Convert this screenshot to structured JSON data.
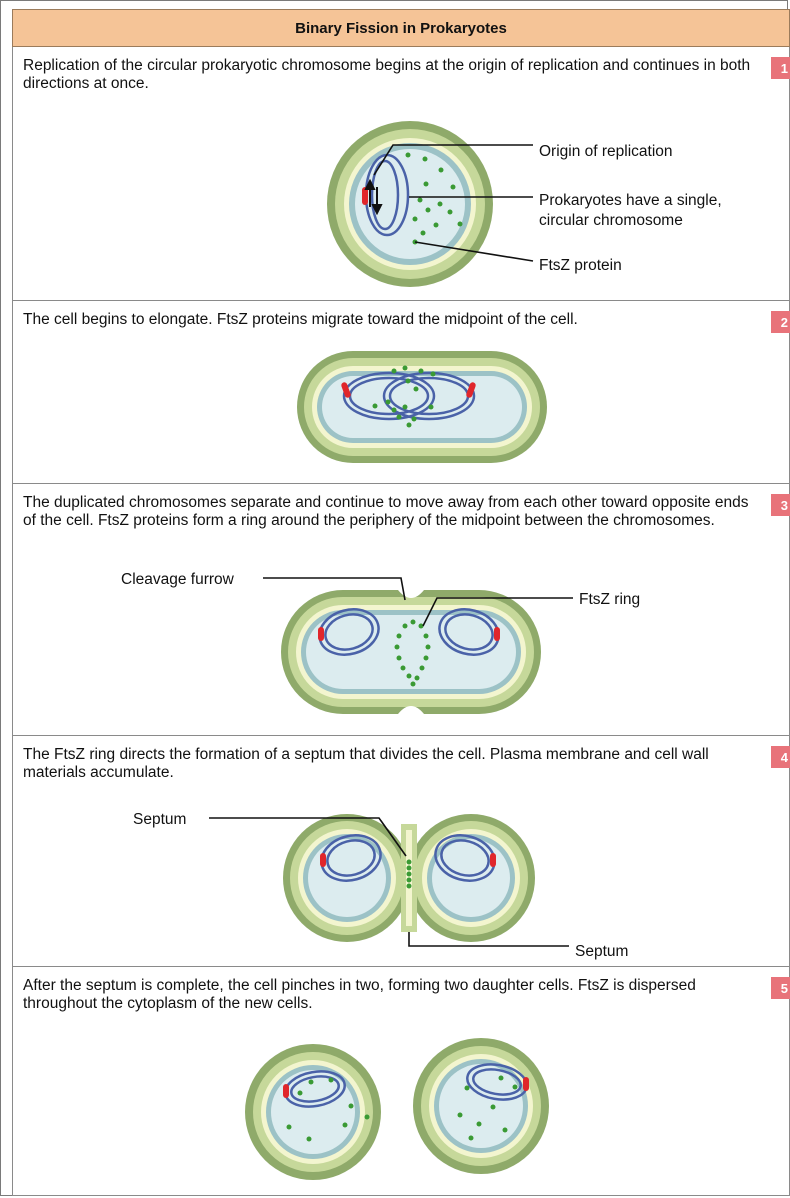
{
  "title": "Binary Fission in Prokaryotes",
  "steps": [
    {
      "number": "1",
      "text": "Replication of the circular prokaryotic chromosome begins at the origin of replication and continues in both directions at once.",
      "labels": {
        "origin": "Origin of replication",
        "single_line1": "Prokaryotes have a single,",
        "single_line2": "circular chromosome",
        "ftsz": "FtsZ protein"
      }
    },
    {
      "number": "2",
      "text": "The cell begins to elongate. FtsZ proteins migrate toward the midpoint of the cell."
    },
    {
      "number": "3",
      "text": "The duplicated chromosomes separate and continue to move away from each other toward opposite ends of the cell. FtsZ proteins form a ring around the periphery of the midpoint between the chromosomes.",
      "labels": {
        "furrow": "Cleavage furrow",
        "ring": "FtsZ ring"
      }
    },
    {
      "number": "4",
      "text": "The FtsZ ring directs the formation of a septum that divides the cell. Plasma membrane and cell wall materials accumulate.",
      "labels": {
        "septum_top": "Septum",
        "septum_bottom": "Septum"
      }
    },
    {
      "number": "5",
      "text": "After the septum is complete, the cell pinches in two, forming two daughter cells. FtsZ is dispersed throughout the cytoplasm of the new cells."
    }
  ],
  "colors": {
    "outer_wall": "#8faa6a",
    "wall": "#c6d89a",
    "membrane": "#f3f5cf",
    "cytoplasm_edge": "#9cc2c6",
    "cytoplasm": "#dcecef",
    "chromosome": "#4a62a8",
    "origin": "#e0262b",
    "ftsz": "#3a9a34",
    "panel_border": "#8a8a8a",
    "title_bg": "#f5c497",
    "badge": "#e8737a"
  }
}
